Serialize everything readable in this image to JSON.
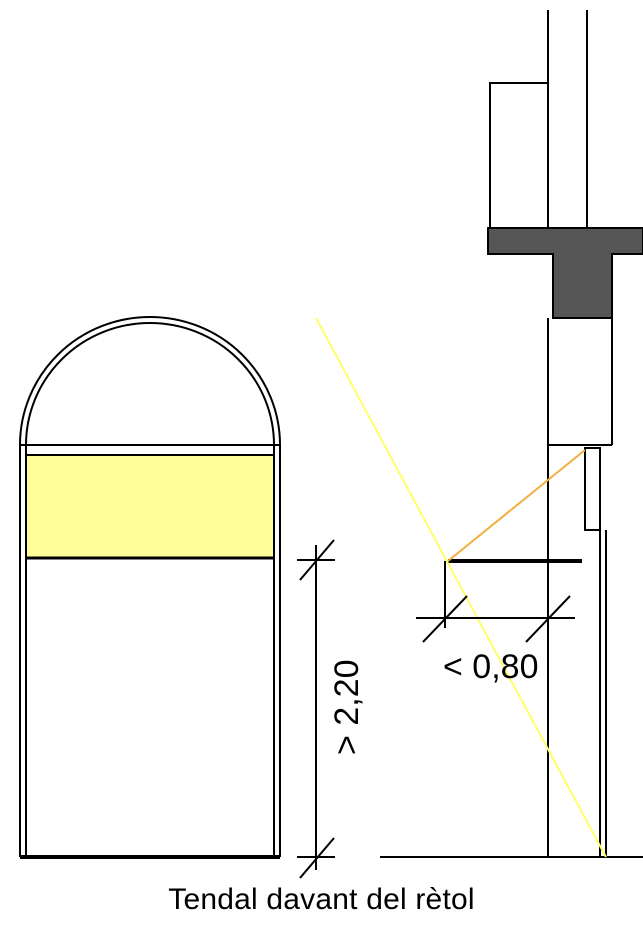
{
  "drawing": {
    "height_label": "> 2,20",
    "projection_label": "< 0,80",
    "caption": "Tendal davant del rètol"
  },
  "colors": {
    "sign_panel": "#ffff99",
    "sight_line": "#ffff66",
    "light_ray": "#f0b040",
    "slab": "#555555",
    "line": "#000000"
  }
}
